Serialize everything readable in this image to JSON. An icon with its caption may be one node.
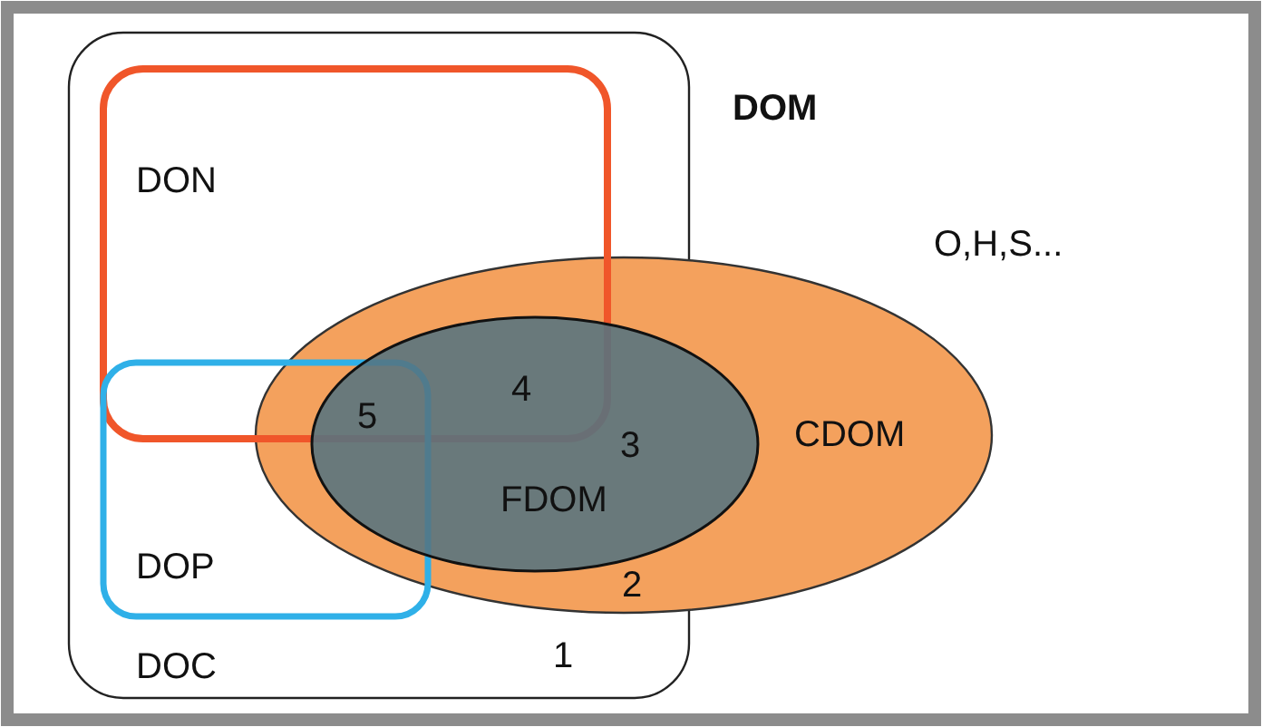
{
  "diagram": {
    "nodes": [
      {
        "text": [
          "DOM"
        ]
      },
      {
        "text": [
          "DOC"
        ],
        "in": 0
      },
      {
        "text": [
          "DON"
        ],
        "in": 1
      },
      {
        "text": [
          "DOP"
        ],
        "in": 1
      },
      {
        "text": [
          "CDOM"
        ],
        "in": 0
      },
      {
        "text": [
          "FDOM"
        ],
        "in": 4
      }
    ],
    "labels": [
      "O,H,S...",
      "4",
      "5",
      "3",
      "2",
      "1"
    ]
  }
}
